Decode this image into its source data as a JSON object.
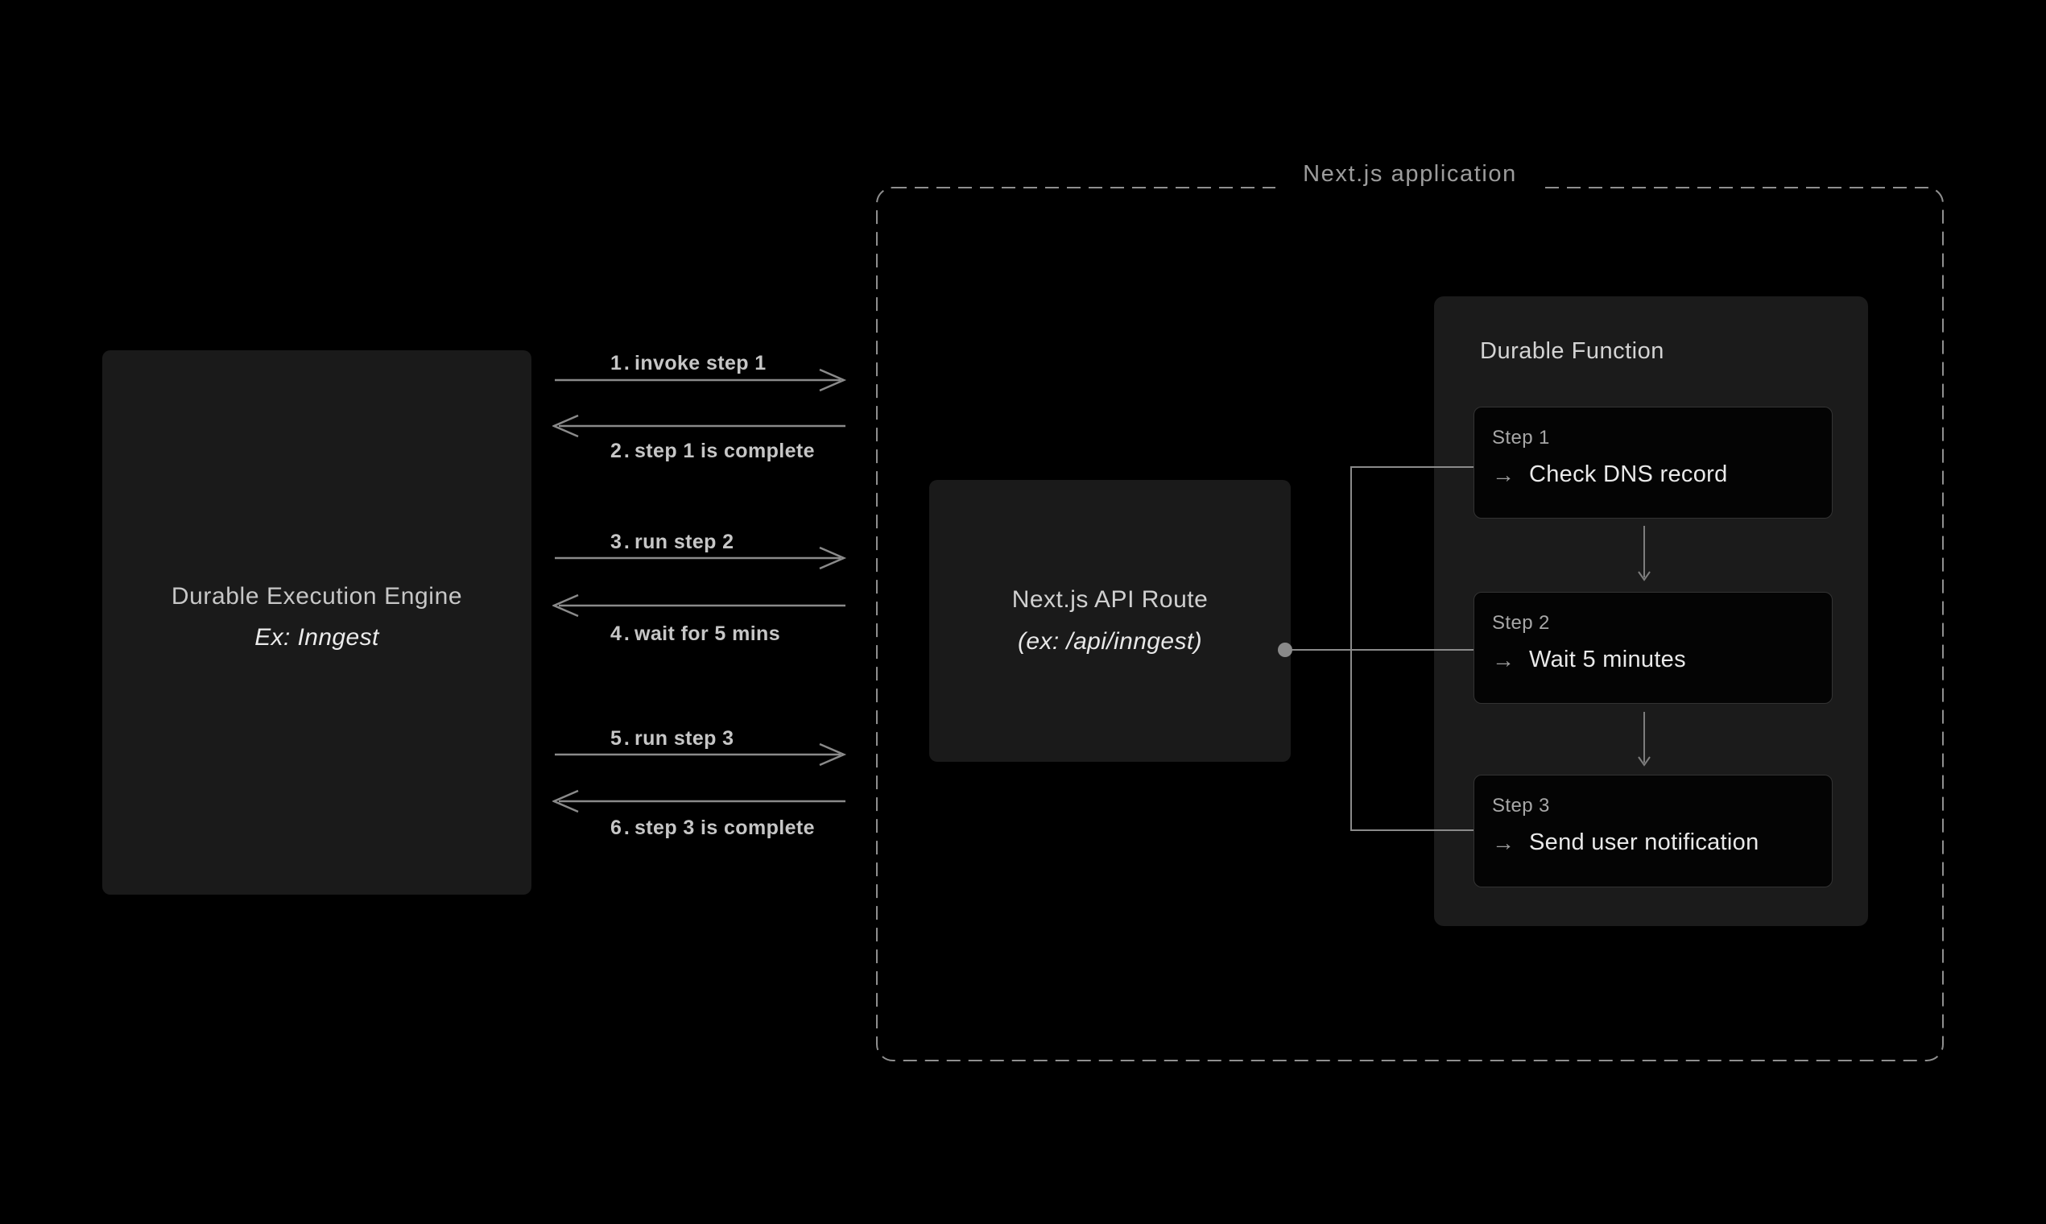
{
  "engine_box": {
    "title": "Durable Execution Engine",
    "subtitle": "Ex: Inngest"
  },
  "messages": [
    {
      "num": "1.",
      "text": "invoke step 1",
      "direction": "right"
    },
    {
      "num": "2.",
      "text": "step 1 is complete",
      "direction": "left"
    },
    {
      "num": "3.",
      "text": "run step 2",
      "direction": "right"
    },
    {
      "num": "4.",
      "text": "wait for 5 mins",
      "direction": "left"
    },
    {
      "num": "5.",
      "text": "run step 3",
      "direction": "right"
    },
    {
      "num": "6.",
      "text": "step 3 is complete",
      "direction": "left"
    }
  ],
  "app_frame": {
    "label": "Next.js application"
  },
  "api_box": {
    "title": "Next.js API Route",
    "subtitle": "(ex: /api/inngest)"
  },
  "durable_function": {
    "title": "Durable Function",
    "arrow_icon": "→",
    "steps": [
      {
        "label": "Step 1",
        "action": "Check DNS record"
      },
      {
        "label": "Step 2",
        "action": "Wait 5 minutes"
      },
      {
        "label": "Step 3",
        "action": "Send user notification"
      }
    ]
  },
  "colors": {
    "background": "#000000",
    "panel_bg": "#1a1a1a",
    "step_bg": "#040404",
    "line": "#8a8a8a",
    "primary_text": "#e9e9e9",
    "secondary_text": "#c6c6c6",
    "muted_text": "#9c9c9c"
  }
}
